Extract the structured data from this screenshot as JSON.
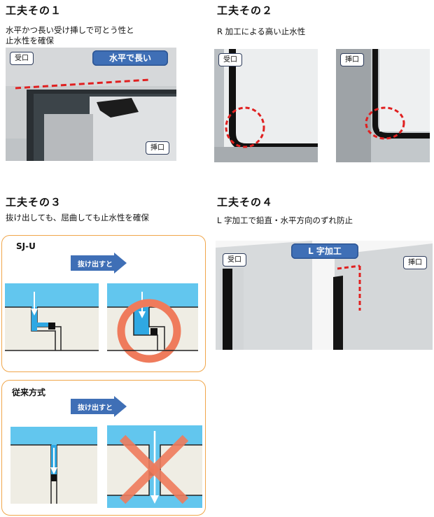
{
  "section1": {
    "title": "工夫その１",
    "desc_line1": "水平かつ長い受け挿しで可とう性と",
    "desc_line2": "止水性を確保",
    "tag_a": "受口",
    "tag_b": "挿口",
    "callout": "水平で長い"
  },
  "section2": {
    "title": "工夫その２",
    "desc": "R 加工による高い止水性",
    "tag_a": "受口",
    "tag_b": "挿口"
  },
  "section3": {
    "title": "工夫その３",
    "desc": "抜け出しても、屈曲しても止水性を確保",
    "panel1": {
      "title": "SJ-U",
      "arrow": "抜け出すと"
    },
    "panel2": {
      "title": "従来方式",
      "arrow": "抜け出すと"
    }
  },
  "section4": {
    "title": "工夫その４",
    "desc": "L 字加工で鉛直・水平方向のずれ防止",
    "tag_a": "受口",
    "tag_b": "挿口",
    "callout": "L 字加工"
  },
  "colors": {
    "callout": "#3f6fb6",
    "dashed": "#e02020",
    "panel_border": "#f0a64a",
    "water": "#5fc6ee",
    "ring": "#ef7b5c"
  }
}
